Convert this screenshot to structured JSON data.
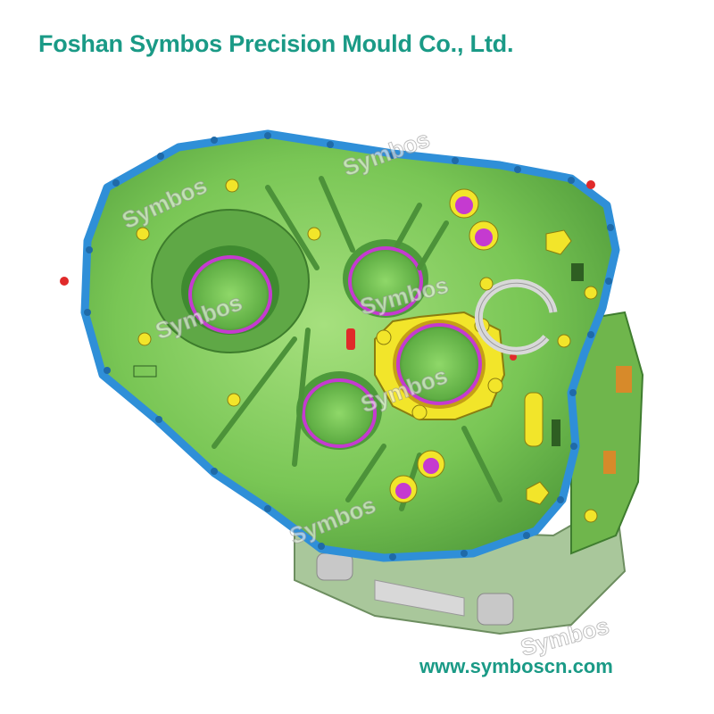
{
  "header": {
    "company_name": "Foshan Symbos Precision Mould Co., Ltd."
  },
  "footer": {
    "website": "www.symboscn.com"
  },
  "image": {
    "watermark_text": "Symbos",
    "colors": {
      "brand_text": "#1a9a86",
      "part_body": "#7fcf5a",
      "flange_outline": "#2f8fd8",
      "insert_yellow": "#f2e52a",
      "insert_magenta": "#c53ad0"
    }
  }
}
